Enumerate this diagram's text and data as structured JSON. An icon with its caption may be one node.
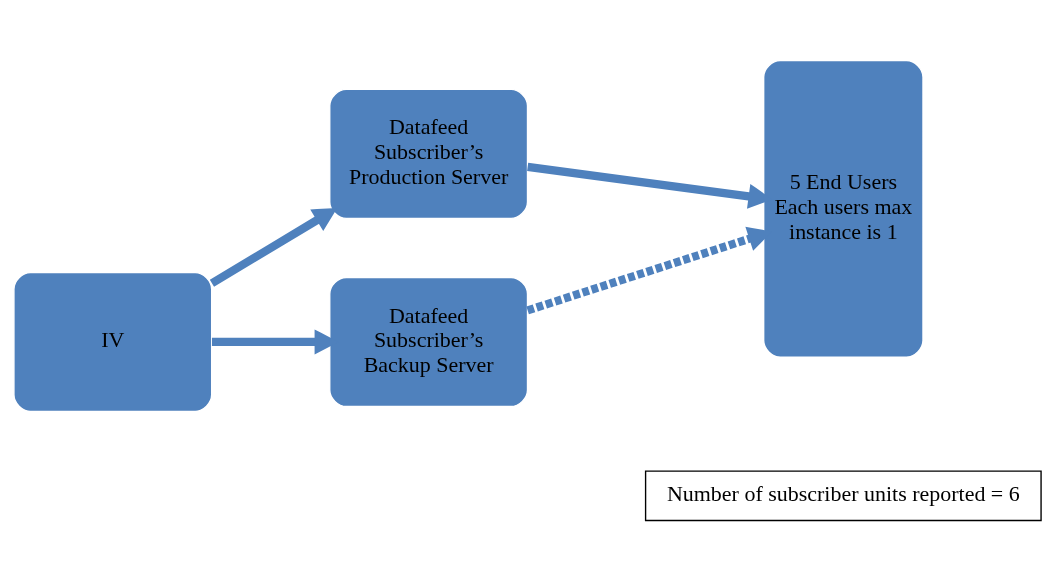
{
  "diagram": {
    "nodes": [
      {
        "text": [
          "IV"
        ]
      },
      {
        "text": [
          "Datafeed Subscriber’s Production Server"
        ]
      },
      {
        "text": [
          "Datafeed Subscriber’s Backup Server"
        ]
      },
      {
        "text": [
          "5 End Users Each users max instance is 1"
        ]
      },
      {
        "text": [
          "Number of subscriber units reported = 6"
        ]
      }
    ],
    "edges": [
      {
        "from": 0,
        "to": 1,
        "arrow": "to"
      },
      {
        "from": 0,
        "to": 2,
        "arrow": "to"
      },
      {
        "from": 1,
        "to": 3,
        "arrow": "to"
      },
      {
        "from": 2,
        "to": 3,
        "arrow": "to",
        "style": "dashed"
      }
    ]
  }
}
